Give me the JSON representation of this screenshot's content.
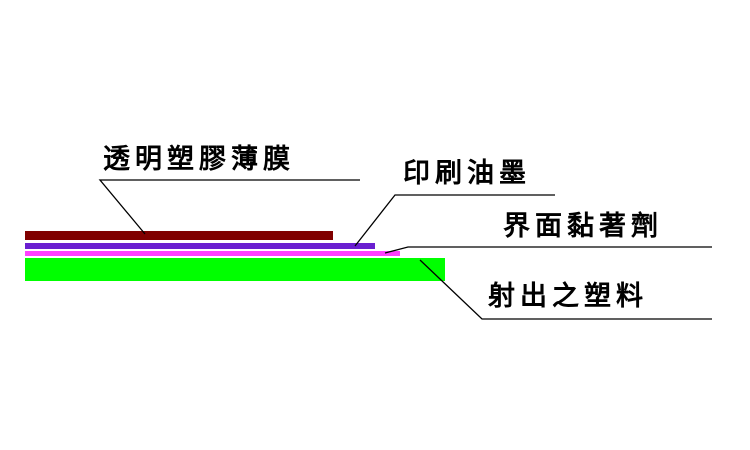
{
  "labels": {
    "film": "透明塑膠薄膜",
    "ink": "印刷油墨",
    "adhesive": "界面黏著劑",
    "resin": "射出之塑料"
  },
  "colors": {
    "film": "#800000",
    "ink": "#6a1fd0",
    "adhesive": "#ff40ff",
    "resin": "#00ff00",
    "leader": "#000000"
  }
}
